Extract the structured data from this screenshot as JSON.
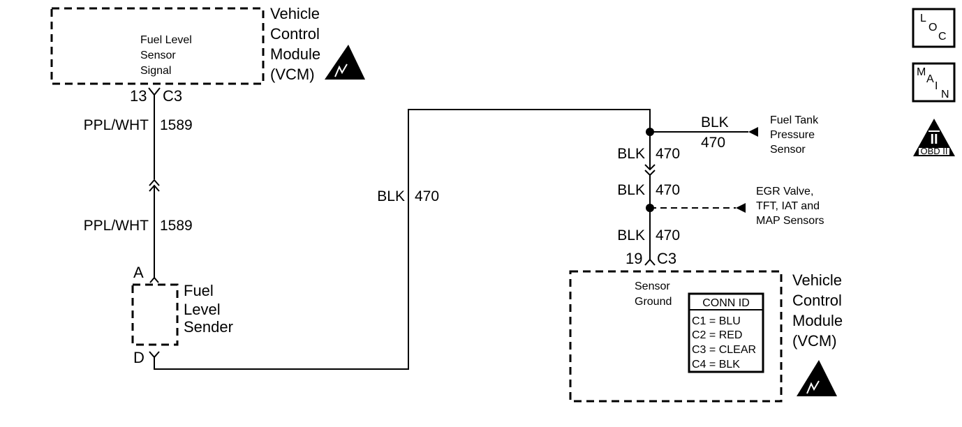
{
  "vcm_top": {
    "title_lines": [
      "Vehicle",
      "Control",
      "Module",
      "(VCM)"
    ],
    "circuit_lines": [
      "Fuel Level",
      "Sensor",
      "Signal"
    ],
    "pin": "13",
    "connector": "C3"
  },
  "fuel_level_wire": {
    "upper_color": "PPL/WHT",
    "upper_circuit": "1589",
    "lower_color": "PPL/WHT",
    "lower_circuit": "1589"
  },
  "fuel_sender": {
    "title_lines": [
      "Fuel",
      "Level",
      "Sender"
    ],
    "pin_top": "A",
    "pin_bottom": "D"
  },
  "ground_wire": {
    "long_color": "BLK",
    "long_circuit": "470",
    "branch_color": "BLK",
    "branch_circuit": "470",
    "seg1_color": "BLK",
    "seg1_circuit": "470",
    "seg2_color": "BLK",
    "seg2_circuit": "470",
    "seg3_color": "BLK",
    "seg3_circuit": "470"
  },
  "fuel_tank_sensor": {
    "lines": [
      "Fuel Tank",
      "Pressure",
      "Sensor"
    ]
  },
  "egr_sensors": {
    "lines": [
      "EGR Valve,",
      "TFT, IAT and",
      "MAP Sensors"
    ]
  },
  "vcm_bottom": {
    "title_lines": [
      "Vehicle",
      "Control",
      "Module",
      "(VCM)"
    ],
    "circuit_lines": [
      "Sensor",
      "Ground"
    ],
    "pin": "19",
    "connector": "C3"
  },
  "conn_id": {
    "header": "CONN ID",
    "rows": [
      "C1 = BLU",
      "C2 = RED",
      "C3 = CLEAR",
      "C4 = BLK"
    ]
  },
  "nav_icons": {
    "loc": [
      "L",
      "O",
      "C"
    ],
    "main": [
      "M",
      "A",
      "I",
      "N"
    ],
    "obd": {
      "numeral": "II",
      "label": "OBD II"
    }
  },
  "colors": {
    "line": "#000000",
    "background": "#ffffff"
  }
}
